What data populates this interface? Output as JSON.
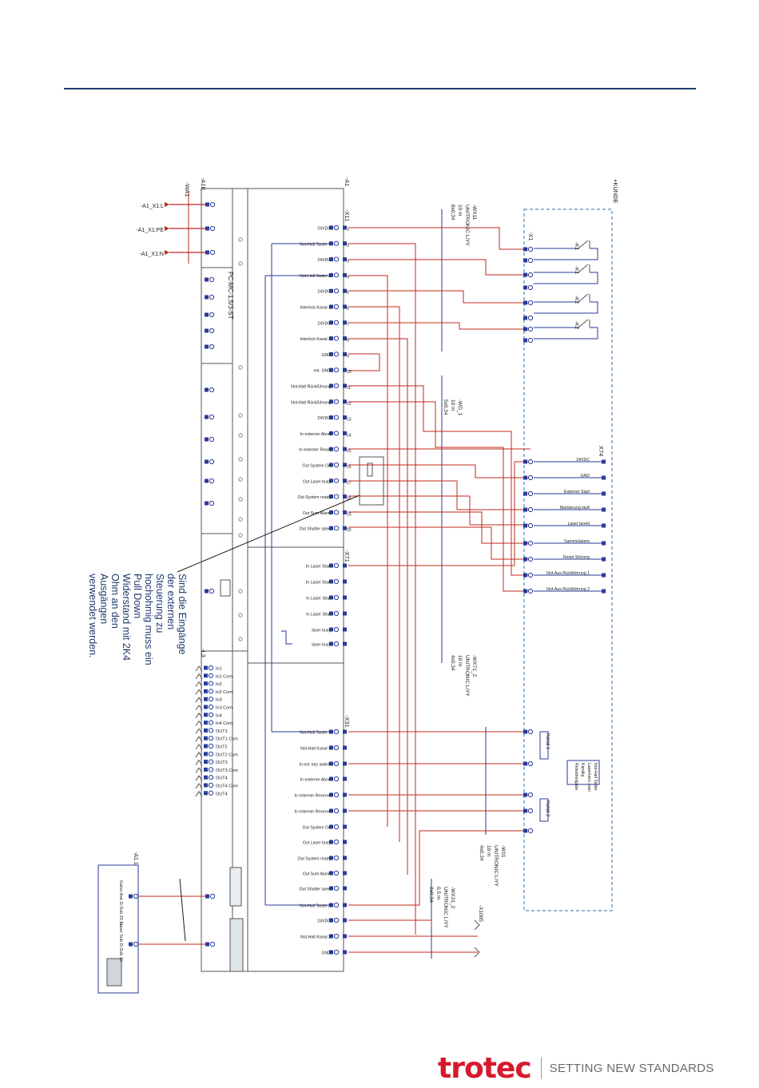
{
  "diagram": {
    "left_block": {
      "wa1_label": "-WA1",
      "a1k_label": "-A1K",
      "terminals": [
        "-A1_X1:L",
        "-A1_X1:PE",
        "-A1_X1:N"
      ],
      "relay_label": "PC-MC-1,5/3-ST",
      "l3_label": "-L3",
      "l3_ports": [
        "In1",
        "In1 Com",
        "In2",
        "In2 Com",
        "In3",
        "In3 Com",
        "In4",
        "In4 Com",
        "OUT1",
        "OUT1 Com",
        "OUT2",
        "OUT2 Com",
        "OUT3",
        "OUT3 Com",
        "OUT4",
        "OUT4 Com",
        "OUT4"
      ]
    },
    "a1": {
      "label": "-A1",
      "x11_label": "-X11",
      "x11_pins": [
        "24VDC",
        "Not-Halt Taster 1",
        "24VDC",
        "Not-Halt Taster 2",
        "24VDC",
        "Interlock Kanal 1",
        "24VDC",
        "Interlock Kanal 2",
        "GND",
        "ext. GND",
        "Not-Halt Rückführung",
        "Not-Halt Rückführung",
        "24VDC",
        "In externer Abort",
        "In externer Reset",
        "Out System On",
        "Out Laser busy",
        "Out System ready",
        "Out Sum Alarm",
        "Out Shutter open"
      ],
      "x71_label": "-X71",
      "x71_pins": [
        "In Laser Start",
        "In Laser Start",
        "In Laser Stop",
        "In Laser Stop",
        "laser busy",
        "laser busy"
      ],
      "x31_label": "-X31",
      "x31_pins": [
        "Not-Halt Taster 1",
        "Not-Halt Kanal 1",
        "In ext. key switch",
        "In externer Abort",
        "In externer Reserve",
        "In externer Reserve",
        "Out System On",
        "Out Laser busy",
        "Out System ready",
        "Out Sum Alarm",
        "Out Shutter open",
        "Not-Halt Taster 2",
        "24VDC",
        "Not-Halt Kanal 2",
        "GND"
      ]
    },
    "cables": {
      "wx11": [
        "-WX11",
        "UNITRONIC LiYY",
        "10 m",
        "8x0,34"
      ],
      "wd1": [
        "-WD_1",
        "10 m",
        "5x0,34"
      ],
      "wx71": [
        "-WX71_2",
        "UNITRONIC LiYY",
        "10 m",
        "4x0,34"
      ],
      "w31": [
        "-W31",
        "UNITRONIC LiYY",
        "10 m",
        "4x0,34"
      ],
      "wx31": [
        "-WX31_2",
        "UNITRONIC LiYY",
        "0,5 m",
        "2x0,34"
      ],
      "x1005": "-X1005"
    },
    "kunde": {
      "label": "+KUNDE",
      "x1_label": "-X1",
      "switches": [
        "-K1",
        "-K1",
        "-K2",
        "-K2"
      ],
      "x74_label": "X74",
      "x74_pins": [
        "24VDC",
        "GND",
        "Externer Start",
        "Markierung läuft",
        "Laser bereit",
        "Sammelalarm",
        "Reset Störung",
        "Not-Aus Rückführung 1",
        "Not-Aus Rückführung 2"
      ],
      "kanal1": "Kanal 1",
      "kanal2": "Kanal 2",
      "nh_box": [
        "Not-Halt Taster",
        "Laserkreis zwei",
        "Kanälig",
        "Relaisfreilgabe"
      ]
    },
    "a11": {
      "label": "-A1.1",
      "items": [
        "Galvo Axe D-Sub 25 St.",
        "Laser Sub D-Sub 15"
      ]
    },
    "note": [
      "Sind die Eingänge",
      "der externen",
      "Steuerung zu",
      "hochohmig muss ein",
      "Pull Down",
      "Widerstand mit 2K4",
      "Ohm an den",
      "Ausgängen",
      "verwendet werden."
    ]
  },
  "footer": {
    "brand": "trotec",
    "tagline": "SETTING NEW STANDARDS"
  },
  "colors": {
    "rule": "#1f3a6e",
    "wire_red": "#c0281e",
    "wire_blue": "#2a3a9a",
    "brand": "#d7192d"
  }
}
